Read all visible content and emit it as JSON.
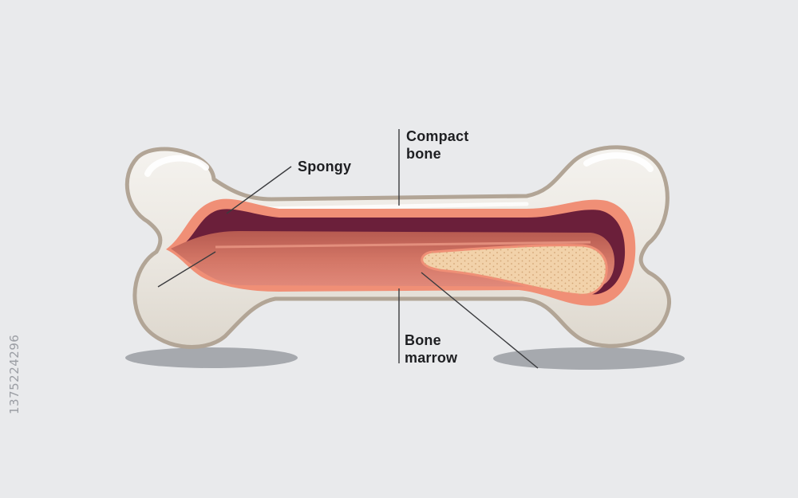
{
  "labels": {
    "spongy": "Spongy",
    "compact_line1": "Compact",
    "compact_line2": "bone",
    "marrow_line1": "Bone",
    "marrow_line2": "marrow"
  },
  "stock_id": "1375224296",
  "colors": {
    "background": "#e9eaec",
    "bone": "#ece9e3",
    "bone_outline": "#b2a596",
    "shadow": "#9a9da3",
    "compact_edge": "#f08f76",
    "spongy_dark": "#6b1f3a",
    "cavity": "#c96b5e",
    "marrow": "#f2d2aa",
    "marrow_dots": "#d4a879",
    "leader_line": "#3a3b3e"
  }
}
